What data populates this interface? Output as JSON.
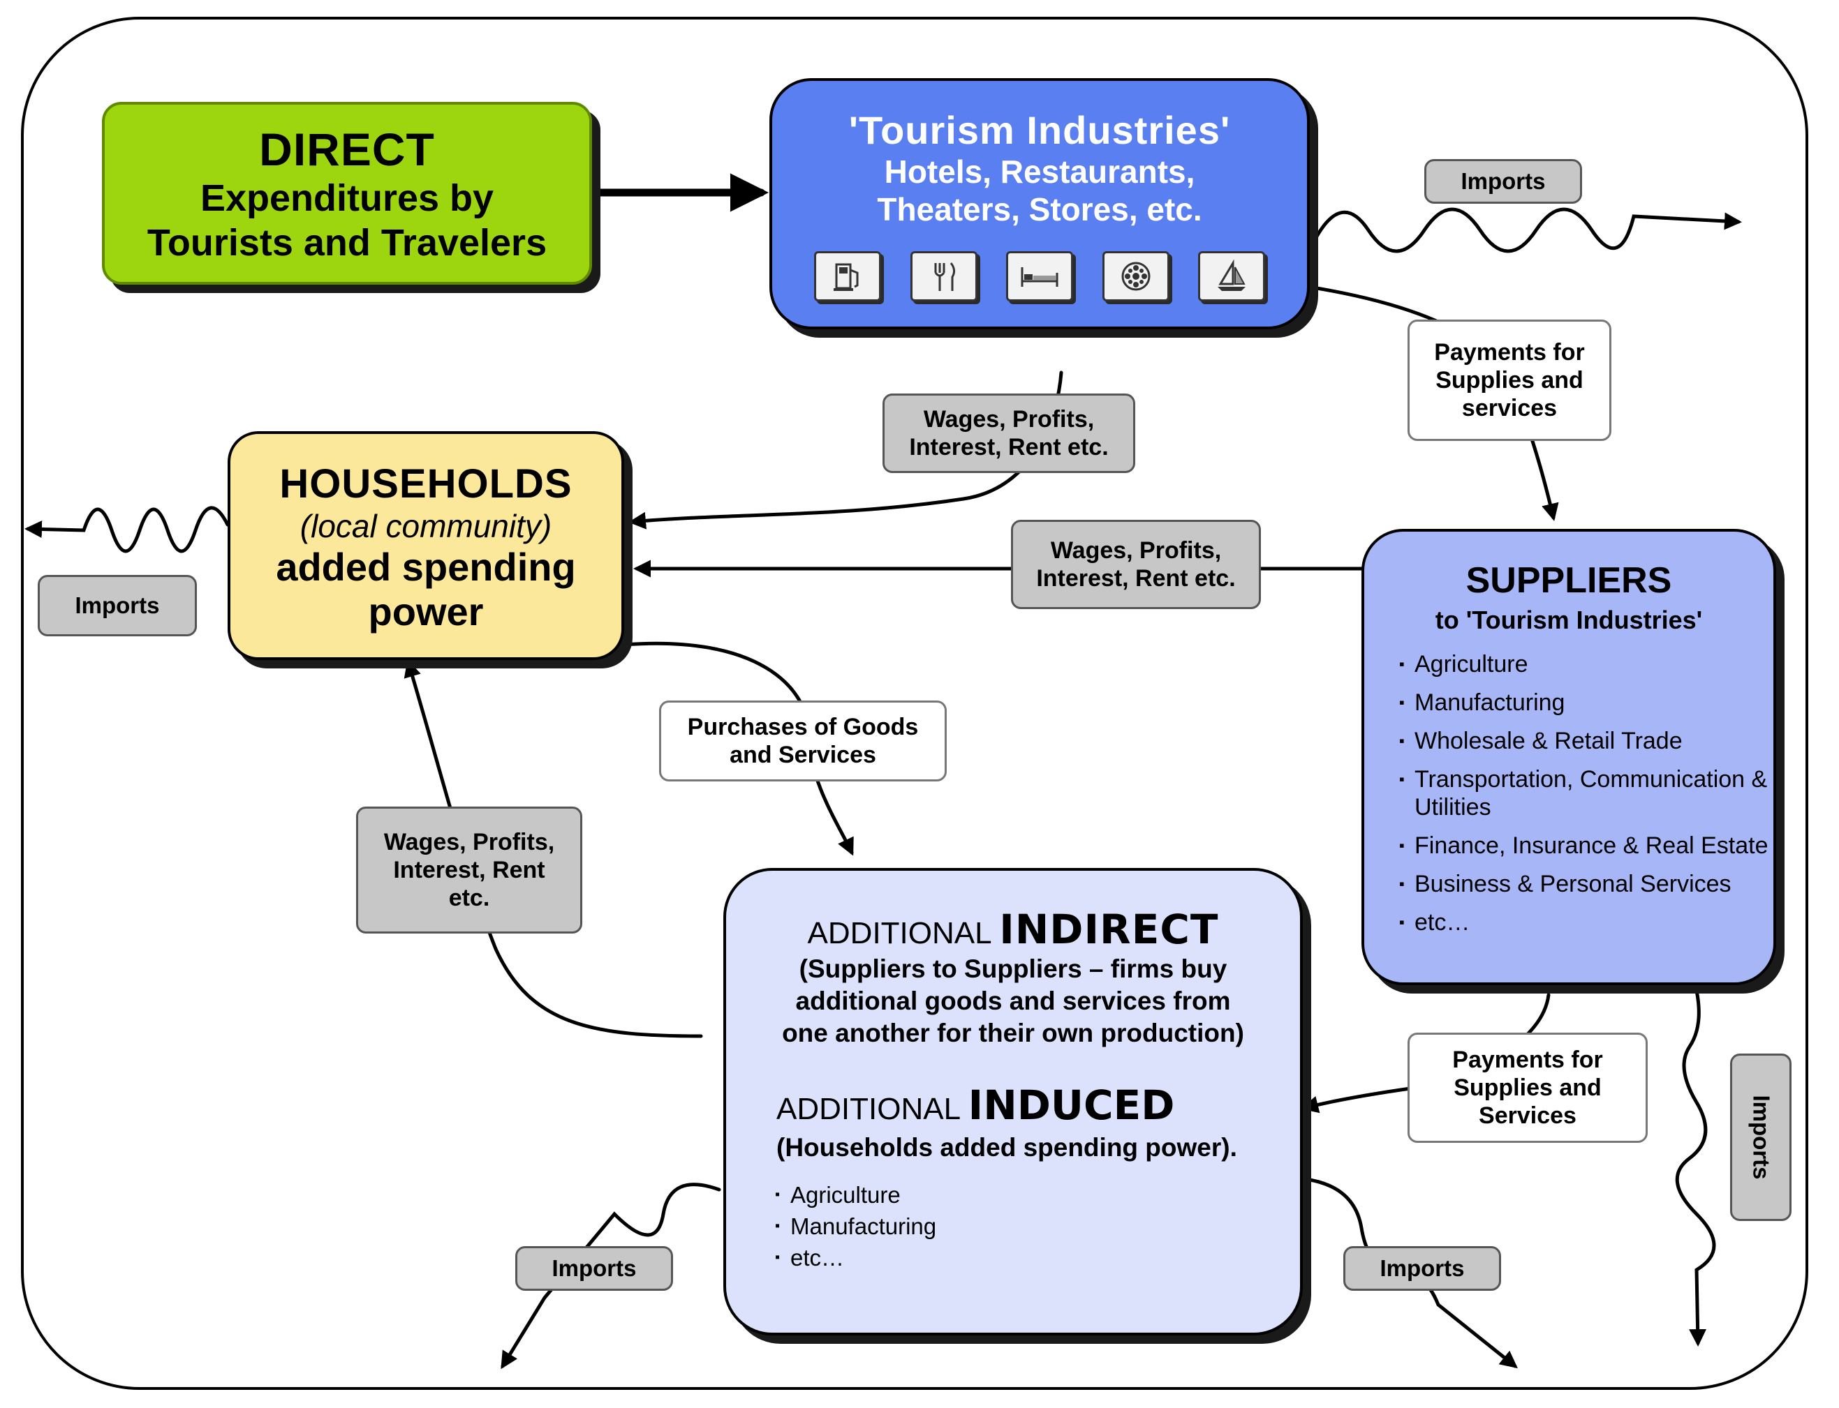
{
  "direct": {
    "title": "DIRECT",
    "line1": "Expenditures by",
    "line2": "Tourists and Travelers"
  },
  "tourism": {
    "title": "'Tourism Industries'",
    "line1": "Hotels, Restaurants,",
    "line2": "Theaters, Stores, etc.",
    "icons": [
      "gas-pump-icon",
      "fork-knife-icon",
      "bed-icon",
      "film-reel-icon",
      "sailboat-icon"
    ]
  },
  "households": {
    "title": "HOUSEHOLDS",
    "subtitle": "(local community)",
    "line1": "added spending",
    "line2": "power"
  },
  "suppliers": {
    "title": "SUPPLIERS",
    "subtitle": "to 'Tourism Industries'",
    "items": [
      "Agriculture",
      "Manufacturing",
      "Wholesale & Retail Trade",
      "Transportation, Communication & Utilities",
      "Finance, Insurance & Real Estate",
      "Business & Personal Services",
      "etc…"
    ]
  },
  "bottom": {
    "indirect_prefix": "ADDITIONAL ",
    "indirect_title": "INDIRECT",
    "indirect_desc_1": "(Suppliers to Suppliers – firms buy",
    "indirect_desc_2": "additional goods and services from",
    "indirect_desc_3": "one another for their own production)",
    "induced_prefix": "ADDITIONAL ",
    "induced_title": "INDUCED",
    "induced_desc": "(Households added spending power).",
    "items": [
      "Agriculture",
      "Manufacturing",
      "etc…"
    ]
  },
  "labels": {
    "imports": "Imports",
    "wages_1": "Wages, Profits,",
    "wages_2": "Interest, Rent etc.",
    "wages_left_1": "Wages, Profits,",
    "wages_left_2": "Interest, Rent",
    "wages_left_3": "etc.",
    "payments_1": "Payments for",
    "payments_2": "Supplies and",
    "payments_3_lower": "services",
    "payments_3_upper": "Services",
    "purchases_1": "Purchases of Goods",
    "purchases_2": "and Services"
  }
}
